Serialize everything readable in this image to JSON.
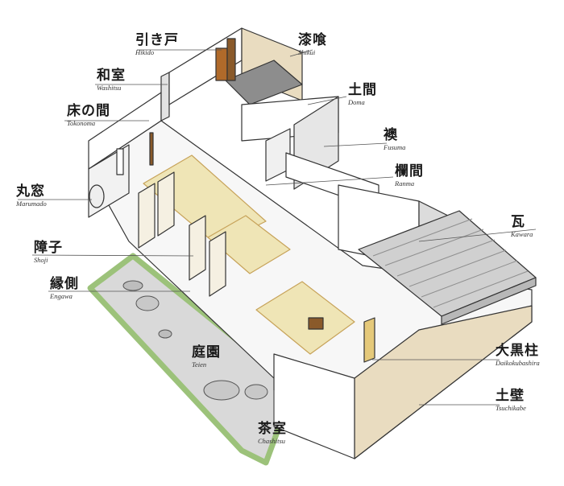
{
  "labels": {
    "hikido": {
      "jp": "引き戸",
      "en": "Hikido"
    },
    "shikui": {
      "jp": "漆喰",
      "en": "Shikui"
    },
    "washitsu": {
      "jp": "和室",
      "en": "Washitsu"
    },
    "doma": {
      "jp": "土間",
      "en": "Doma"
    },
    "tokonoma": {
      "jp": "床の間",
      "en": "Tokonoma"
    },
    "fusuma": {
      "jp": "襖",
      "en": "Fusuma"
    },
    "ranma": {
      "jp": "欄間",
      "en": "Ranma"
    },
    "marumado": {
      "jp": "丸窓",
      "en": "Marumado"
    },
    "kawara": {
      "jp": "瓦",
      "en": "Kawara"
    },
    "shoji": {
      "jp": "障子",
      "en": "Shoji"
    },
    "engawa": {
      "jp": "縁側",
      "en": "Engawa"
    },
    "teien": {
      "jp": "庭園",
      "en": "Teien"
    },
    "daikokubashira": {
      "jp": "大黒柱",
      "en": "Daikokubashira"
    },
    "tsuchikabe": {
      "jp": "土壁",
      "en": "Tsuchikabe"
    },
    "chashitsu": {
      "jp": "茶室",
      "en": "Chashitsu"
    }
  },
  "colors": {
    "wall": "#ffffff",
    "wall_shade": "#dcdcdc",
    "outline": "#333333",
    "tatami": "#efe5b6",
    "tatami_line": "#c7a35a",
    "wood": "#c9a063",
    "wood_dark": "#8a5a2a",
    "earth_wall": "#e9dcc0",
    "garden": "#d8d8d8",
    "garden_border": "#9cc27a",
    "roof": "#d0d0d0",
    "shoji": "#f5f0e2"
  }
}
